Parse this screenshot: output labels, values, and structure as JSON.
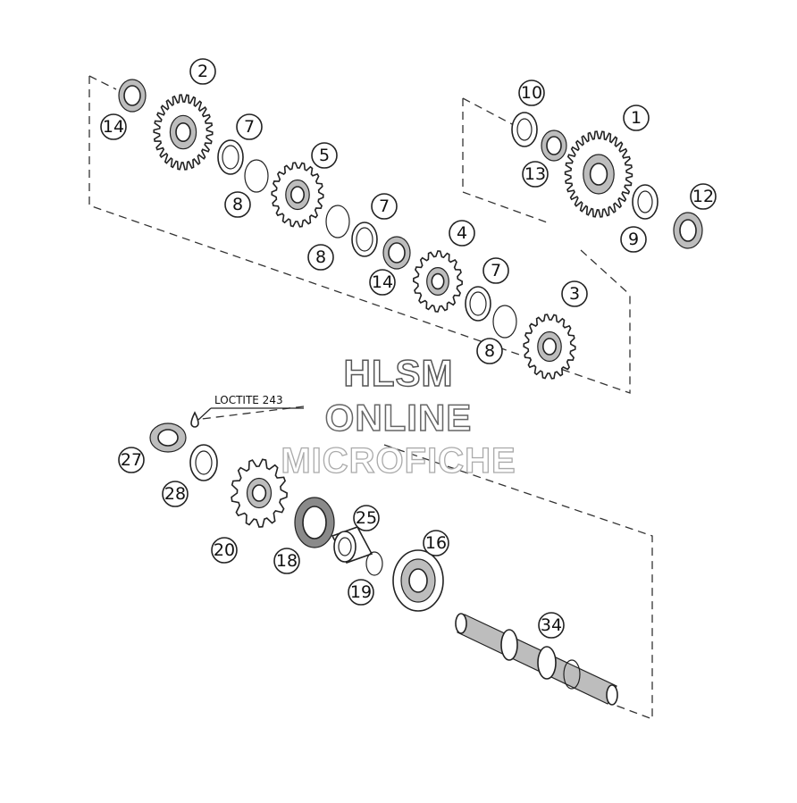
{
  "diagram": {
    "note": "LOCTITE 243",
    "callouts": [
      {
        "id": "c1",
        "label": "1"
      },
      {
        "id": "c2",
        "label": "2"
      },
      {
        "id": "c3",
        "label": "3"
      },
      {
        "id": "c4",
        "label": "4"
      },
      {
        "id": "c5",
        "label": "5"
      },
      {
        "id": "c7a",
        "label": "7"
      },
      {
        "id": "c7b",
        "label": "7"
      },
      {
        "id": "c7c",
        "label": "7"
      },
      {
        "id": "c8a",
        "label": "8"
      },
      {
        "id": "c8b",
        "label": "8"
      },
      {
        "id": "c8c",
        "label": "8"
      },
      {
        "id": "c9",
        "label": "9"
      },
      {
        "id": "c10",
        "label": "10"
      },
      {
        "id": "c12",
        "label": "12"
      },
      {
        "id": "c13",
        "label": "13"
      },
      {
        "id": "c14a",
        "label": "14"
      },
      {
        "id": "c14b",
        "label": "14"
      },
      {
        "id": "c16",
        "label": "16"
      },
      {
        "id": "c18",
        "label": "18"
      },
      {
        "id": "c19",
        "label": "19"
      },
      {
        "id": "c20",
        "label": "20"
      },
      {
        "id": "c25",
        "label": "25"
      },
      {
        "id": "c27",
        "label": "27"
      },
      {
        "id": "c28",
        "label": "28"
      },
      {
        "id": "c34",
        "label": "34"
      }
    ]
  },
  "watermark": {
    "line1": "HLSM",
    "line2": "ONLINE",
    "line3": "MICROFICHE"
  }
}
